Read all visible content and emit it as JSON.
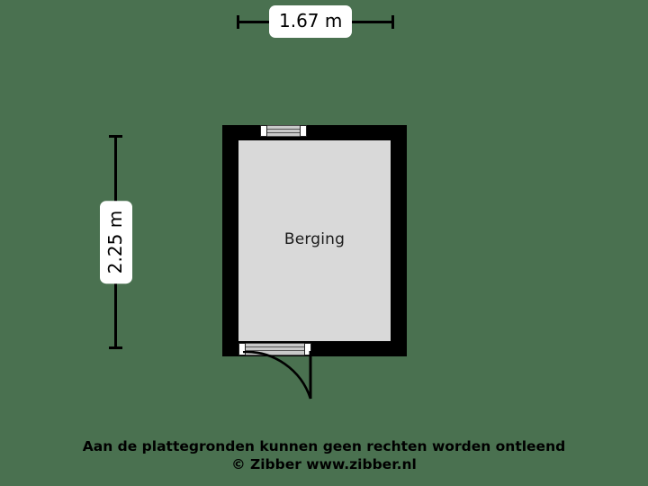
{
  "background_color": "#4a7150",
  "floorplan": {
    "room": {
      "name": "Berging",
      "floor_color": "#d9d9d9",
      "wall_color": "#000000"
    },
    "dimensions": {
      "width_label": "1.67 m",
      "height_label": "2.25 m"
    },
    "openings": {
      "top_window": "window-top",
      "bottom_door": "door-bottom",
      "door_swing": "door-swing-arc"
    }
  },
  "footer": {
    "disclaimer": "Aan de plattegronden kunnen geen rechten worden ontleend",
    "copyright": "© Zibber www.zibber.nl"
  }
}
